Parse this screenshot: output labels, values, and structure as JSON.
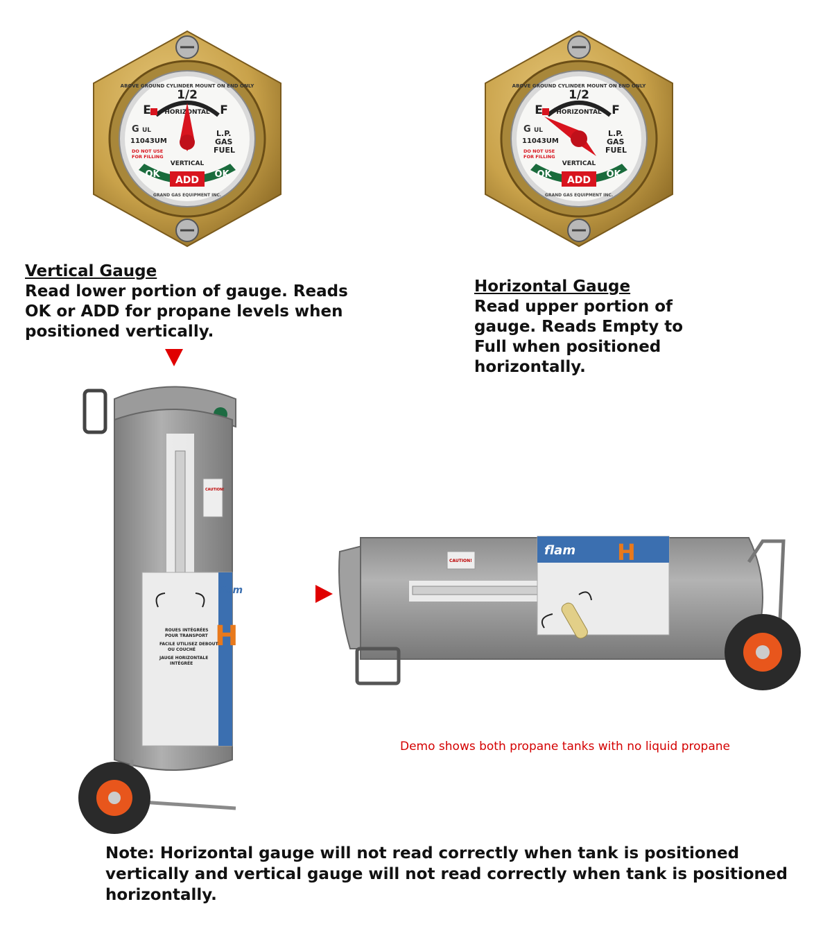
{
  "gauge_face": {
    "top_text": "ABOVE GROUND CYLINDER MOUNT ON END ONLY",
    "half": "1/2",
    "empty": "E",
    "full": "F",
    "horizontal": "HORIZONTAL",
    "vertical": "VERTICAL",
    "model": "11043UM",
    "warning_line1": "DO NOT USE",
    "warning_line2": "FOR FILLING",
    "lp1": "L.P.",
    "lp2": "GAS",
    "lp3": "FUEL",
    "ok": "OK",
    "add": "ADD",
    "maker": "GRAND GAS EQUIPMENT INC.",
    "ul": "UL"
  },
  "vertical_gauge": {
    "title": "Vertical Gauge",
    "description": "Read lower portion of gauge. Reads OK or ADD for propane levels when positioned vertically."
  },
  "horizontal_gauge": {
    "title": "Horizontal Gauge",
    "description": "Read upper portion of gauge. Reads Empty to Full when positioned horizontally."
  },
  "label": {
    "caution": "CAUTION!",
    "brand": "flam",
    "line1": "ROUES INTÉGRÉES",
    "line2": "POUR TRANSPORT",
    "line3": "FACILE UTILISEZ DEBOUT",
    "line4": "OU COUCHÉ",
    "line5": "JAUGE HORIZONTALE",
    "line6": "INTÉGRÉE",
    "big": "H"
  },
  "demo_note": "Demo shows both propane tanks with no liquid propane",
  "bottom_note": "Note: Horizontal gauge will not read correctly when tank is positioned vertically and vertical gauge will not read correctly when tank is positioned horizontally.",
  "colors": {
    "brass": "#c9a24a",
    "tank_gray": "#9a9a9a",
    "needle_red": "#d8141e",
    "ok_green": "#1a6b3c",
    "arrow_red": "#e00000",
    "note_red": "#d40000",
    "wheel_orange": "#e8561c",
    "label_blue": "#3b6fb0"
  }
}
